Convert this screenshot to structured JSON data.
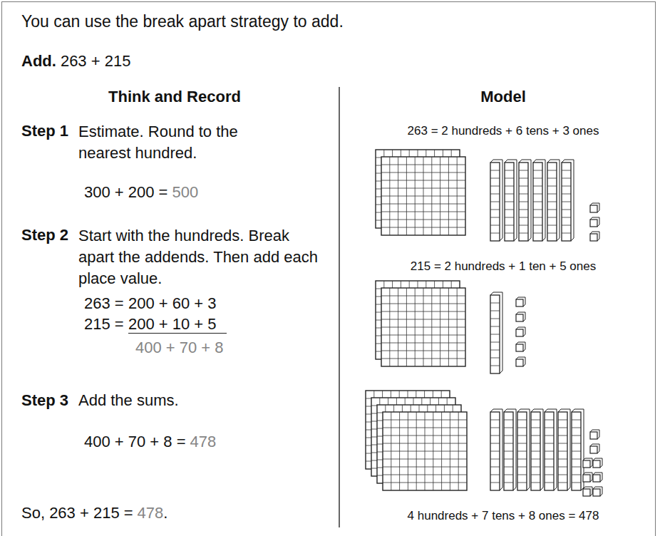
{
  "diagram": {
    "labels": [
      "You can use the break apart strategy to add.",
      "Add.",
      "263 + 215",
      "Think and Record",
      "Model",
      "Step 1",
      "Estimate. Round to the nearest hundred.",
      "300 + 200 =",
      "500",
      "Step 2",
      "Start with the hundreds. Break apart the addends. Then add each place value.",
      "263 =",
      "200 + 60 + 3",
      "215 =",
      "200 + 10 + 5",
      "400 + 70 + 8",
      "Step 3",
      "Add the sums.",
      "400 + 70 + 8 =",
      "478",
      "So, 263 + 215 =",
      "478",
      ".",
      "263 = 2 hundreds + 6 tens + 3 ones",
      "215 = 2 hundreds + 1 ten + 5 ones",
      "4 hundreds + 7 tens + 8 ones = 478"
    ]
  }
}
